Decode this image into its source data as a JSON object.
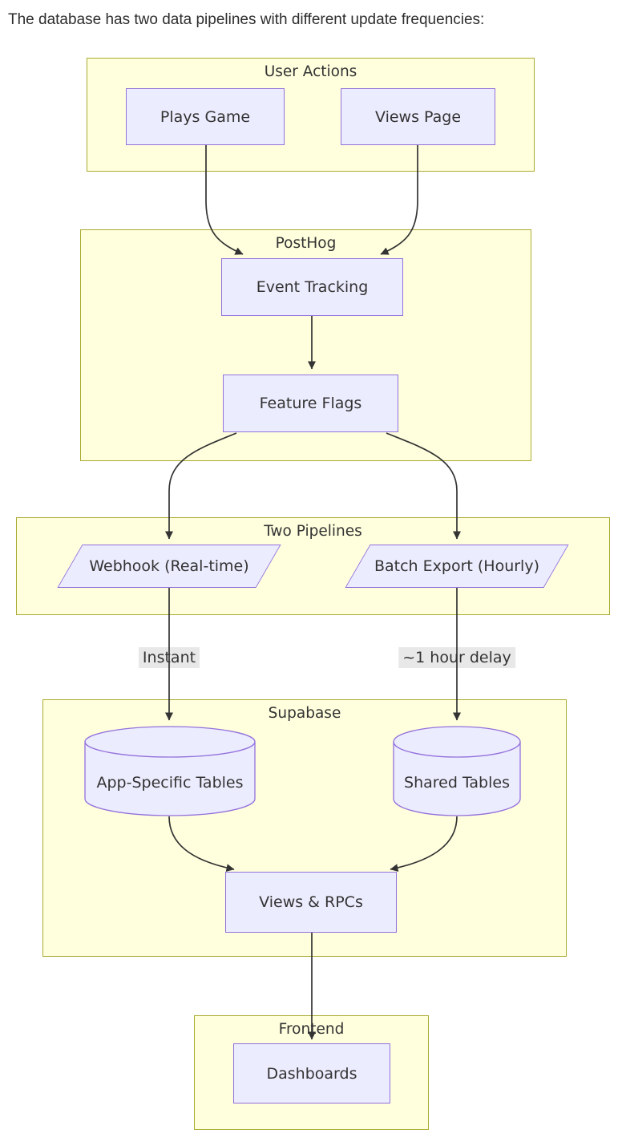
{
  "title": "The database has two data pipelines with different update frequencies:",
  "diagram": {
    "groups": {
      "user_actions": {
        "label": "User Actions"
      },
      "posthog": {
        "label": "PostHog"
      },
      "two_pipelines": {
        "label": "Two Pipelines"
      },
      "supabase": {
        "label": "Supabase"
      },
      "frontend": {
        "label": "Frontend"
      }
    },
    "nodes": {
      "plays_game": {
        "label": "Plays Game",
        "shape": "rect"
      },
      "views_page": {
        "label": "Views Page",
        "shape": "rect"
      },
      "event_tracking": {
        "label": "Event Tracking",
        "shape": "rect"
      },
      "feature_flags": {
        "label": "Feature Flags",
        "shape": "rect"
      },
      "webhook": {
        "label": "Webhook (Real-time)",
        "shape": "parallelogram"
      },
      "batch_export": {
        "label": "Batch Export (Hourly)",
        "shape": "parallelogram"
      },
      "app_specific_tables": {
        "label": "App-Specific Tables",
        "shape": "cylinder"
      },
      "shared_tables": {
        "label": "Shared Tables",
        "shape": "cylinder"
      },
      "views_rpcs": {
        "label": "Views & RPCs",
        "shape": "rect"
      },
      "dashboards": {
        "label": "Dashboards",
        "shape": "rect"
      }
    },
    "edge_labels": {
      "instant": "Instant",
      "hour_delay": "~1 hour delay"
    },
    "colors": {
      "node_fill": "#ECECFF",
      "node_border": "#9370DB",
      "cluster_fill": "#FFFFDE",
      "cluster_border": "#AAAA33",
      "edge": "#333333",
      "edge_label_bg": "#E8E8E8",
      "text": "#333333"
    }
  }
}
